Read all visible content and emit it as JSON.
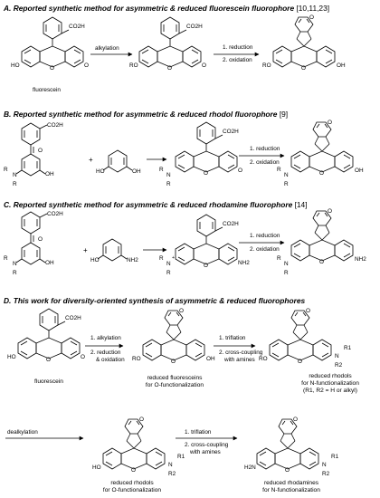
{
  "sections": {
    "A": {
      "title": "A. Reported synthetic method for asymmetric & reduced fluorescein fluorophore",
      "ref": "[10,11,23]",
      "step1": "alkylation",
      "step2a": "1. reduction",
      "step2b": "2. oxidation",
      "caption": "fluorescein"
    },
    "B": {
      "title": "B. Reported synthetic method for asymmetric & reduced rhodol fluorophore",
      "ref": "[9]",
      "step2a": "1. reduction",
      "step2b": "2. oxidation"
    },
    "C": {
      "title": "C. Reported synthetic method for asymmetric & reduced rhodamine fluorophore",
      "ref": "[14]",
      "step2a": "1. reduction",
      "step2b": "2. oxidation"
    },
    "D": {
      "title": "D. This work for diversity-oriented synthesis of asymmetric & reduced fluorophores",
      "arrow1a": "1. alkylation",
      "arrow1b": "2. reduction",
      "arrow1c": "& oxidation",
      "arrow2a": "1. triflation",
      "arrow2b": "2. cross-coupling",
      "arrow2c": "with amines",
      "arrow3": "dealkylation",
      "arrow4a": "1. triflation",
      "arrow4b": "2. cross-coupling",
      "arrow4c": "with amines",
      "cap_fluorescein": "fluorescein",
      "cap_reduced_fluoresceins_1": "reduced fluoresceins",
      "cap_reduced_fluoresceins_2": "for O-functionalization",
      "cap_rhodols_n_1": "reduced rhodols",
      "cap_rhodols_n_2": "for N-functionalization",
      "cap_rhodols_n_3": "(R1, R2 = H or alkyl)",
      "cap_rhodols_o_1": "reduced rhodols",
      "cap_rhodols_o_2": "for O-functionalization",
      "cap_rhodamines_1": "reduced rhodamines",
      "cap_rhodamines_2": "for N-functionalization"
    }
  },
  "atom_labels": {
    "co2h": "CO2H",
    "ho": "HO",
    "o": "O",
    "ro": "RO",
    "oh": "OH",
    "nh2": "NH2",
    "h2n": "H2N",
    "r": "R",
    "r1": "R1",
    "r2": "R2",
    "n": "N",
    "plus": "+"
  },
  "colors": {
    "ink": "#000000",
    "background": "#ffffff"
  }
}
